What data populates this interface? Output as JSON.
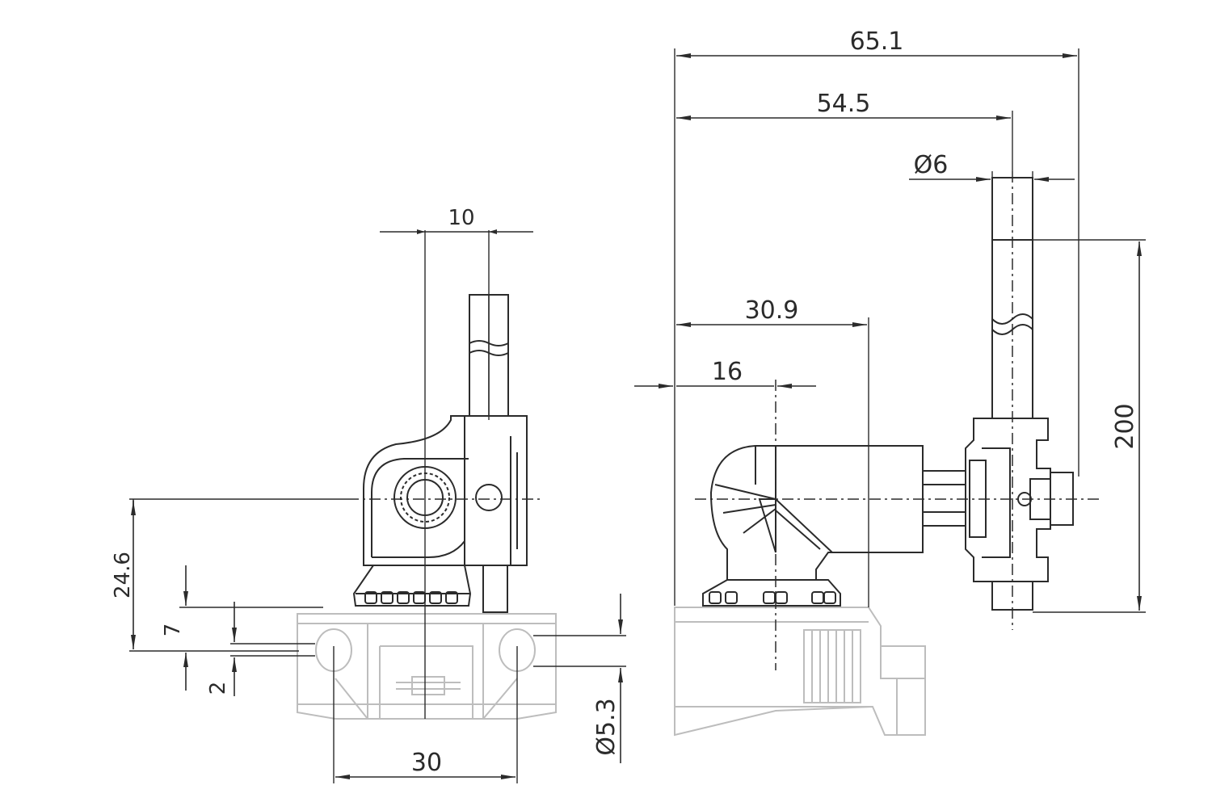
{
  "dimensions": {
    "d_65_1": "65.1",
    "d_54_5": "54.5",
    "d_phi6": "Ø6",
    "d_10": "10",
    "d_30_9": "30.9",
    "d_16": "16",
    "d_200": "200",
    "d_24_6": "24.6",
    "d_7": "7",
    "d_2": "2",
    "d_30": "30",
    "d_phi5_3": "Ø5.3"
  },
  "colors": {
    "line": "#2b2b2b",
    "ghost": "#bdbdbd",
    "background": "#ffffff"
  }
}
